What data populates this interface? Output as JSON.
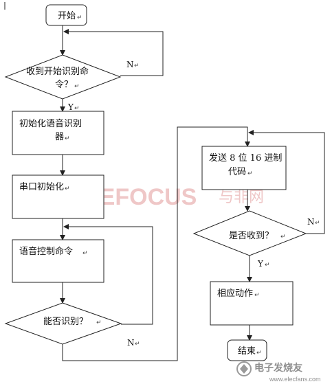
{
  "flowchart": {
    "start": "开始",
    "decision_start_line1": "收到开始识别命",
    "decision_start_line2": "令？",
    "label_n1": "N",
    "label_y1": "Y",
    "init_voice_line1": "初始化语音识别",
    "init_voice_line2": "器",
    "init_serial": "串口初始化",
    "voice_command": "语音控制命令",
    "decision_recognized": "能否识别？",
    "label_n2": "N",
    "send_code_line1": "发送 8 位 16 进制",
    "send_code_line2": "代码",
    "decision_received": "是否收到？",
    "label_n3": "N",
    "label_y3": "Y",
    "action": "相应动作",
    "end": "结束"
  },
  "watermark": {
    "brand": "EEFOCUS",
    "brand_cn": "与非网",
    "footer": "电子发烧友",
    "footer_url": "www.elecfans.com"
  },
  "colors": {
    "line": "#222222",
    "watermark_red": "#e9b3b3",
    "footer_gray": "#9a9a9a"
  },
  "icons": [
    "paragraph-mark-icon",
    "eefocus-logo-icon",
    "elecfans-logo-icon"
  ]
}
